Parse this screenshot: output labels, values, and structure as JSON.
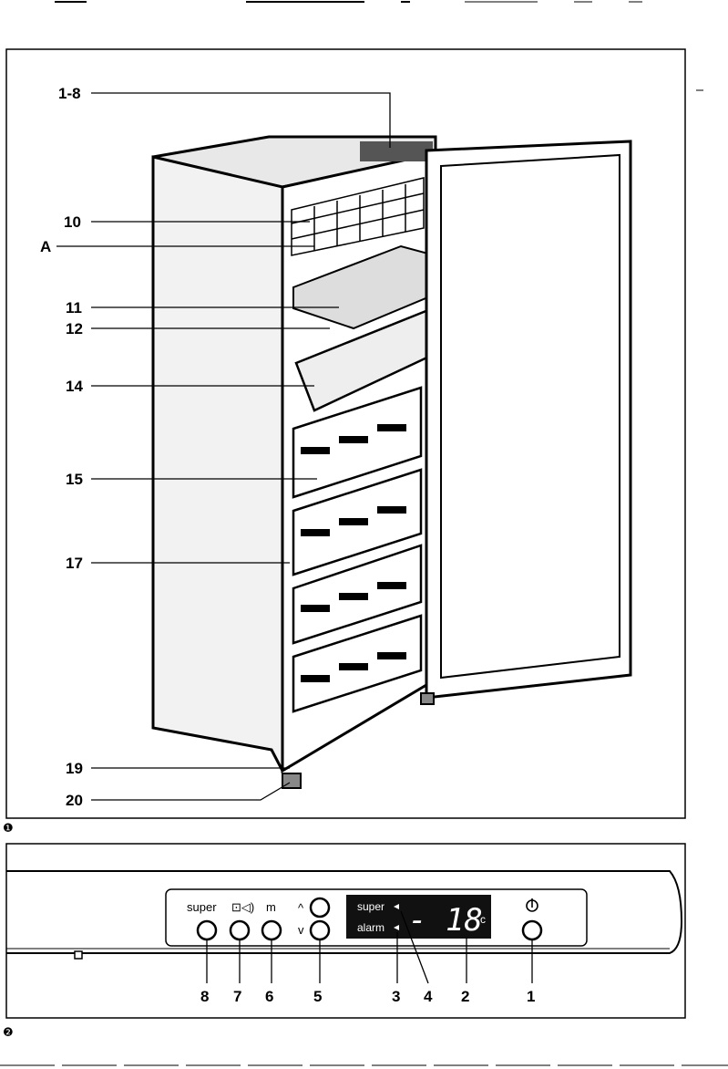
{
  "figure1": {
    "marker": "❶",
    "callouts": [
      {
        "id": "c1",
        "label": "1-8"
      },
      {
        "id": "c2",
        "label": "10"
      },
      {
        "id": "c3",
        "label": "A"
      },
      {
        "id": "c4",
        "label": "11"
      },
      {
        "id": "c5",
        "label": "12"
      },
      {
        "id": "c6",
        "label": "14"
      },
      {
        "id": "c7",
        "label": "15"
      },
      {
        "id": "c8",
        "label": "17"
      },
      {
        "id": "c9",
        "label": "19"
      },
      {
        "id": "c10",
        "label": "20"
      }
    ]
  },
  "figure2": {
    "marker": "❷",
    "panel": {
      "super_label": "super",
      "alarm_icon_label": "⊡◁)",
      "m_label": "m",
      "up_label": "^",
      "down_label": "v",
      "display_super": "super",
      "display_alarm": "alarm",
      "display_value": "- 18",
      "display_unit": "c",
      "power_icon": "power-icon"
    },
    "callouts": [
      {
        "id": "p8",
        "label": "8"
      },
      {
        "id": "p7",
        "label": "7"
      },
      {
        "id": "p6",
        "label": "6"
      },
      {
        "id": "p5",
        "label": "5"
      },
      {
        "id": "p3",
        "label": "3"
      },
      {
        "id": "p4",
        "label": "4"
      },
      {
        "id": "p2",
        "label": "2"
      },
      {
        "id": "p1",
        "label": "1"
      }
    ]
  }
}
